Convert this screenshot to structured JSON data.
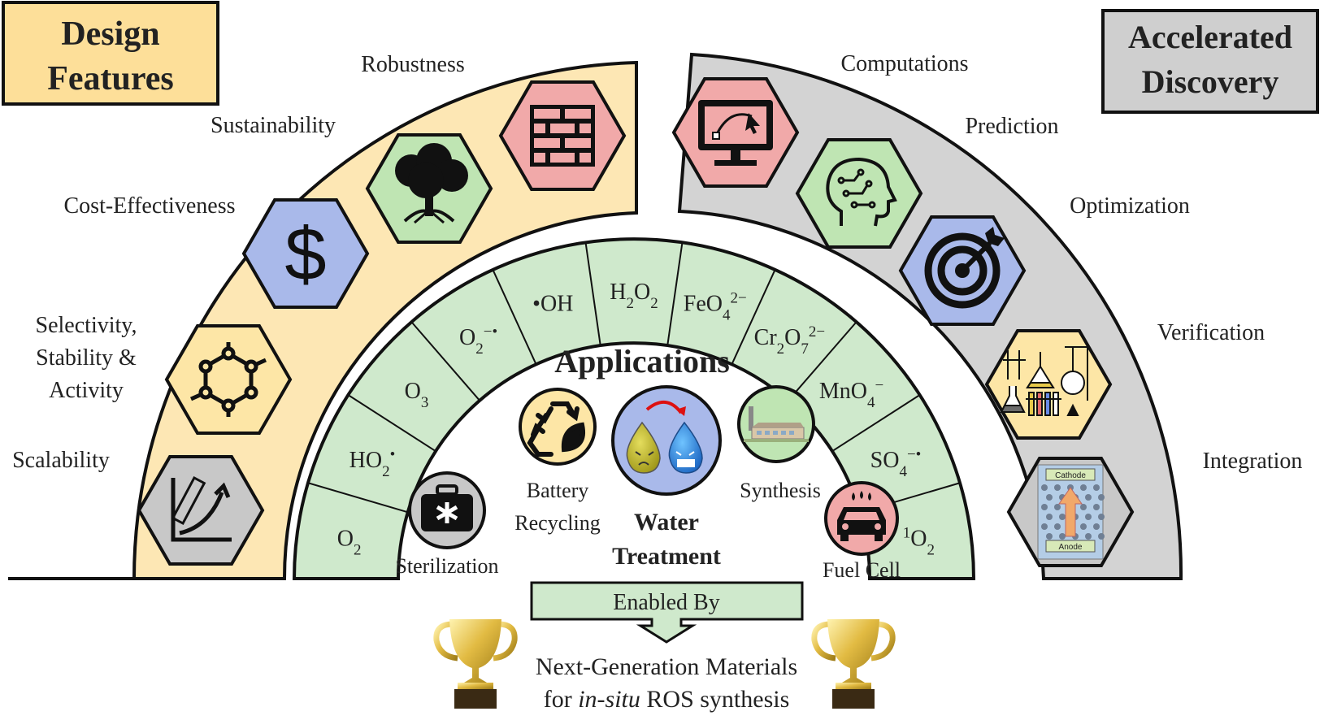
{
  "design": {
    "title_line1": "Design",
    "title_line2": "Features",
    "features": [
      {
        "label": "Robustness",
        "icon": "brick-wall-icon"
      },
      {
        "label": "Sustainability",
        "icon": "tree-icon"
      },
      {
        "label": "Cost-Effectiveness",
        "icon": "dollar-icon"
      },
      {
        "label_lines": [
          "Selectivity,",
          "Stability &",
          "Activity"
        ],
        "icon": "molecule-icon"
      },
      {
        "label": "Scalability",
        "icon": "growth-chart-icon"
      }
    ]
  },
  "discovery": {
    "title_line1": "Accelerated",
    "title_line2": "Discovery",
    "steps": [
      {
        "label": "Computations",
        "icon": "computer-monitor-icon"
      },
      {
        "label": "Prediction",
        "icon": "brain-circuit-icon"
      },
      {
        "label": "Optimization",
        "icon": "target-icon"
      },
      {
        "label": "Verification",
        "icon": "lab-glassware-icon"
      },
      {
        "label": "Integration",
        "icon": "electrode-cell-icon"
      }
    ],
    "cell_labels": {
      "top": "Cathode",
      "bottom": "Anode"
    }
  },
  "ros_species": [
    {
      "base": "O",
      "sub": "2",
      "sup": ""
    },
    {
      "base": "HO",
      "sub": "2",
      "sup": "•"
    },
    {
      "base": "O",
      "sub": "3",
      "sup": ""
    },
    {
      "base": "O",
      "sub": "2",
      "sup": "−•"
    },
    {
      "base": "•OH",
      "sub": "",
      "sup": ""
    },
    {
      "base": "H",
      "sub": "2",
      "base2": "O",
      "sub2": "2",
      "sup": ""
    },
    {
      "base": "FeO",
      "sub": "4",
      "sup": "2−"
    },
    {
      "base": "Cr",
      "sub": "2",
      "base2": "O",
      "sub2": "7",
      "sup": "2−"
    },
    {
      "base": "MnO",
      "sub": "4",
      "sup": "−"
    },
    {
      "base": "SO",
      "sub": "4",
      "sup": "−•"
    },
    {
      "pre": "1",
      "base": "O",
      "sub": "2",
      "sup": ""
    }
  ],
  "applications": {
    "title": "Applications",
    "items": [
      {
        "label": "Sterilization",
        "icon": "medical-kit-icon"
      },
      {
        "label_lines": [
          "Battery",
          "Recycling"
        ],
        "icon": "recycle-leaf-icon"
      },
      {
        "label_lines": [
          "Water",
          "Treatment"
        ],
        "icon": "water-drops-icon"
      },
      {
        "label": "Synthesis",
        "icon": "factory-icon"
      },
      {
        "label": "Fuel Cell",
        "icon": "car-icon"
      }
    ]
  },
  "enabled_by": "Enabled By",
  "footer": {
    "line1": "Next-Generation Materials",
    "line2_prefix": "for ",
    "line2_italic": "in-situ",
    "line2_suffix": " ROS synthesis"
  },
  "colors": {
    "design_fill": "#fde7b4",
    "design_title_bg": "#fddf99",
    "discovery_fill": "#d3d3d3",
    "discovery_title_bg": "#cfcfcf",
    "ros_fill": "#cfe9cc",
    "hex_red": "#f1a9a9",
    "hex_green": "#bfe5b3",
    "hex_blue": "#a9b9ea",
    "hex_yellow": "#fde6a6",
    "hex_gray": "#c8c8c8",
    "trophy_gold": "#d9b43a"
  }
}
